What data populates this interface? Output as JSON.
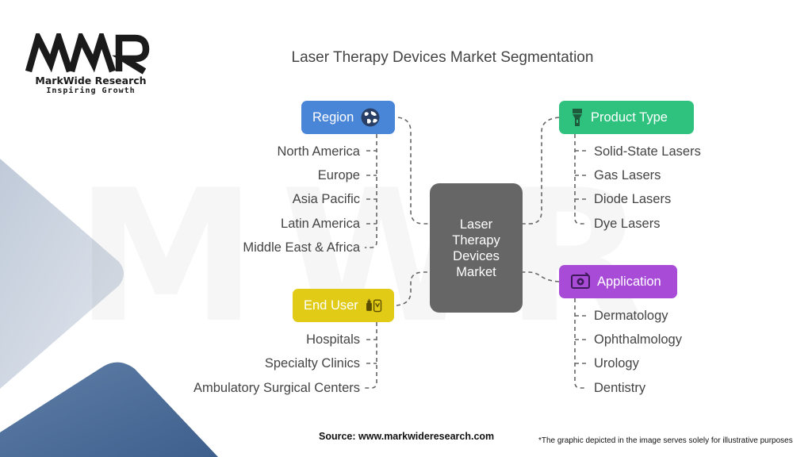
{
  "brand": {
    "logo_text": "MWR",
    "name": "MarkWide Research",
    "tagline": "Inspiring Growth",
    "watermark": "MWR"
  },
  "title": "Laser Therapy Devices Market Segmentation",
  "center": {
    "label": "Laser Therapy Devices Market"
  },
  "categories": {
    "region": {
      "label": "Region",
      "color": "#4a86d8",
      "icon": "globe-icon",
      "items": [
        "North America",
        "Europe",
        "Asia Pacific",
        "Latin America",
        "Middle East & Africa"
      ]
    },
    "product_type": {
      "label": "Product Type",
      "color": "#2ec27e",
      "icon": "flashlight-icon",
      "items": [
        "Solid-State Lasers",
        "Gas Lasers",
        "Diode Lasers",
        "Dye Lasers"
      ]
    },
    "end_user": {
      "label": "End User",
      "color": "#e1cb17",
      "icon": "medicine-icon",
      "items": [
        "Hospitals",
        "Specialty Clinics",
        "Ambulatory Surgical Centers"
      ]
    },
    "application": {
      "label": "Application",
      "color": "#a84cd8",
      "icon": "medical-monitor-icon",
      "items": [
        "Dermatology",
        "Ophthalmology",
        "Urology",
        "Dentistry"
      ]
    }
  },
  "footer": {
    "source": "Source: www.markwideresearch.com",
    "disclaimer": "*The graphic depicted in the image serves solely for illustrative purposes"
  }
}
